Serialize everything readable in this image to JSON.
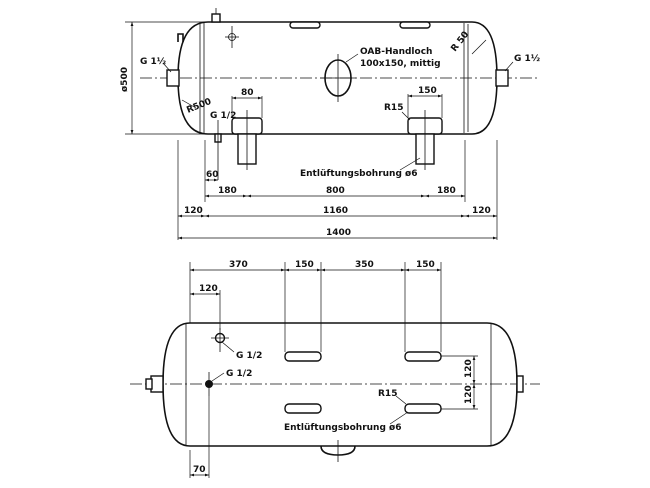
{
  "top_view": {
    "labels": {
      "thread_left": "G 1½",
      "thread_right": "G 1½",
      "diameter": "ø500",
      "radius_head": "R 50",
      "radius_shell": "R500",
      "thread_drain": "G 1/2",
      "handhole_title": "OAB-Handloch",
      "handhole_size": "100x150, mittig",
      "foot_radius": "R15",
      "vent_bore": "Entlüftungsbohrung ø6"
    },
    "dims": {
      "foot_width_left": "80",
      "foot_width_right": "150",
      "drain_offset": "60",
      "foot_left": "180",
      "foot_span": "800",
      "foot_right": "180",
      "head_left": "120",
      "shell_length": "1160",
      "head_right": "120",
      "overall_length": "1400"
    }
  },
  "bottom_view": {
    "labels": {
      "thread_upper": "G 1/2",
      "thread_lower": "G 1/2",
      "foot_radius": "R15",
      "vent_bore": "Entlüftungsbohrung ø6"
    },
    "dims": {
      "d370": "370",
      "d150a": "150",
      "d350": "350",
      "d150b": "150",
      "d120_top": "120",
      "d120_right_upper": "120",
      "d120_right_lower": "120",
      "d70": "70"
    }
  }
}
